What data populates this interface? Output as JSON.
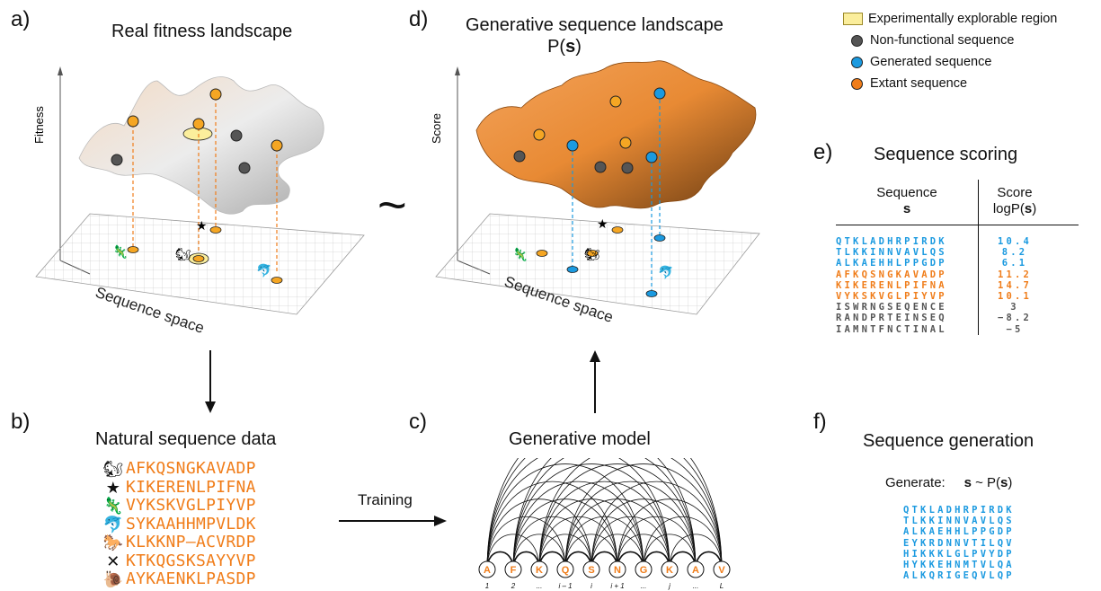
{
  "panels": {
    "a": {
      "letter": "a)",
      "title": "Real fitness landscape",
      "y_axis": "Fitness",
      "plane_label": "Sequence space"
    },
    "b": {
      "letter": "b)",
      "title": "Natural sequence data",
      "sequences": [
        "AFKQSNGKAVADP",
        "KIKERENLPIFNA",
        "VYKSKVGLPIYVP",
        "SYKAAHHMPVLDK",
        "KLKKNP–ACVRDP",
        "KTKQGSKSAYYVP",
        "AYKAENKLPASDP"
      ]
    },
    "c": {
      "letter": "c)",
      "title": "Generative model",
      "nodes": [
        "A",
        "F",
        "K",
        "Q",
        "S",
        "N",
        "G",
        "K",
        "A",
        "V"
      ],
      "positions": [
        "1",
        "2",
        "...",
        "i – 1",
        "i",
        "i + 1",
        "...",
        "j",
        "...",
        "L"
      ]
    },
    "d": {
      "letter": "d)",
      "title_line1": "Generative sequence landscape",
      "title_prefix": "P(",
      "title_bold": "s",
      "title_suffix": ")",
      "y_axis": "Score",
      "plane_label": "Sequence space"
    },
    "e": {
      "letter": "e)",
      "title": "Sequence scoring",
      "col1_header": "Sequence",
      "col1_sub": "s",
      "col2_header": "Score",
      "col2_sub_prefix": "logP(",
      "col2_sub_bold": "s",
      "col2_sub_suffix": ")",
      "rows": [
        {
          "seq": "QTKLADHRPIRDK",
          "score": "10.4",
          "color": "#1b9ae0"
        },
        {
          "seq": "TLKKINNVAVLQS",
          "score": "8.2",
          "color": "#1b9ae0"
        },
        {
          "seq": "ALKAEHHLPPGDP",
          "score": "6.1",
          "color": "#1b9ae0"
        },
        {
          "seq": "AFKQSNGKAVADP",
          "score": "11.2",
          "color": "#f07d1a"
        },
        {
          "seq": "KIKERENLPIFNA",
          "score": "14.7",
          "color": "#f07d1a"
        },
        {
          "seq": "VYKSKVGLPIYVP",
          "score": "10.1",
          "color": "#f07d1a"
        },
        {
          "seq": "ISWRNGSEQENCE",
          "score": "3",
          "color": "#555555"
        },
        {
          "seq": "RANDPRTEINSEQ",
          "score": "−8.2",
          "color": "#555555"
        },
        {
          "seq": "IAMNTFNCTINAL",
          "score": "−5",
          "color": "#555555"
        }
      ]
    },
    "f": {
      "letter": "f)",
      "title": "Sequence generation",
      "generate_label": "Generate:",
      "formula_bold": "s",
      "formula_rest": " ~ P(",
      "formula_bold2": "s",
      "formula_end": ")",
      "sequences": [
        "QTKLADHRPIRDK",
        "TLKKINNVAVLQS",
        "ALKAEHHLPPGDP",
        "EYKRDNNVTILQV",
        "HIKKKLGLPVYDP",
        "HYKKEHNMTVLQA",
        "ALKQRIGEQVLQP"
      ]
    }
  },
  "arrows": {
    "training_label": "Training",
    "tilde": "~"
  },
  "legend": [
    {
      "label": "Experimentally explorable region",
      "kind": "box",
      "color": "#fbee9c"
    },
    {
      "label": "Non-functional sequence",
      "kind": "dot",
      "color": "#555555"
    },
    {
      "label": "Generated sequence",
      "kind": "dot",
      "color": "#1b9ae0"
    },
    {
      "label": "Extant sequence",
      "kind": "dot",
      "color": "#f07d1a"
    }
  ]
}
